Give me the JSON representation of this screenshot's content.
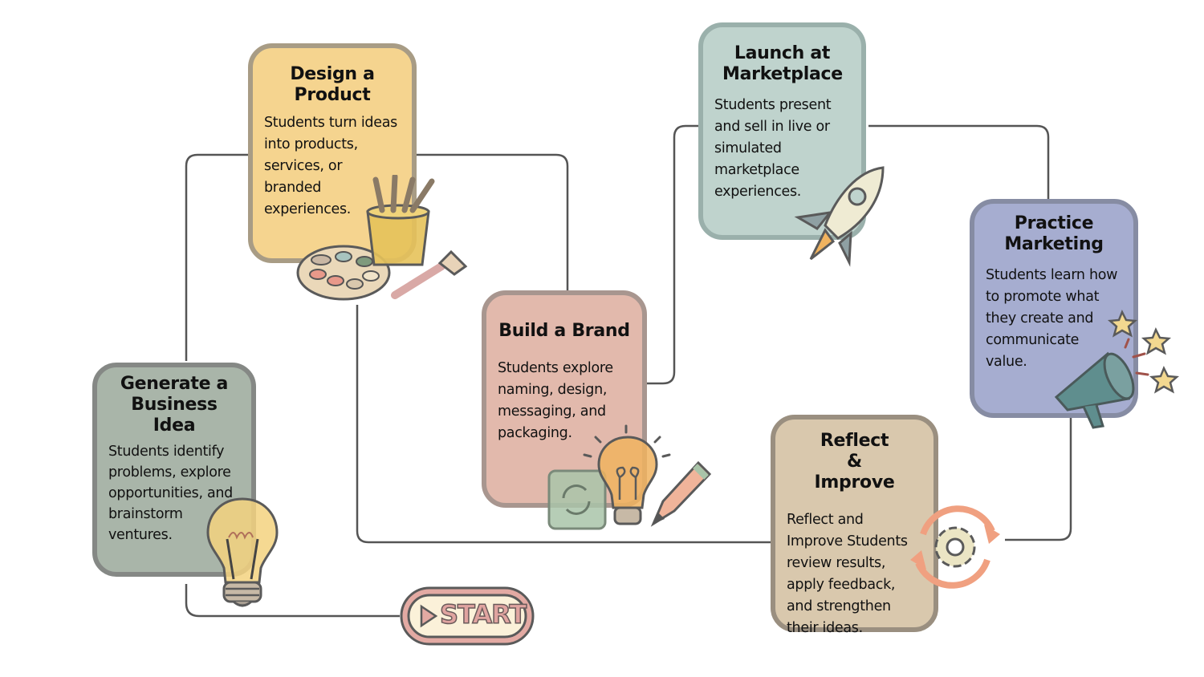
{
  "start_label": "START",
  "steps": [
    {
      "title": "Generate a Business Idea",
      "body": "Students identify problems, explore opportunities, and brainstorm ventures.",
      "color": "#a9b5a9",
      "icon": "lightbulb-icon"
    },
    {
      "title": "Design a Product",
      "body": "Students turn ideas into products, services, or branded experiences.",
      "color": "#f5d48f",
      "icon": "paint-palette-icon"
    },
    {
      "title": "Build a Brand",
      "body": "Students explore naming, design, messaging, and packaging.",
      "color": "#e2b9ac",
      "icon": "lightbulb-pencil-icon"
    },
    {
      "title": "Launch at Marketplace",
      "body": "Students present and sell in live or simulated marketplace experiences.",
      "color": "#bfd3cd",
      "icon": "rocket-icon"
    },
    {
      "title": "Practice Marketing",
      "body": "Students learn how to promote what they create and communicate value.",
      "color": "#a6add0",
      "icon": "megaphone-icon"
    },
    {
      "title": "Reflect & Improve",
      "body": "Reflect and Improve Students review results, apply feedback, and strengthen their ideas.",
      "color": "#d9c8ad",
      "icon": "gear-cycle-icon"
    }
  ]
}
